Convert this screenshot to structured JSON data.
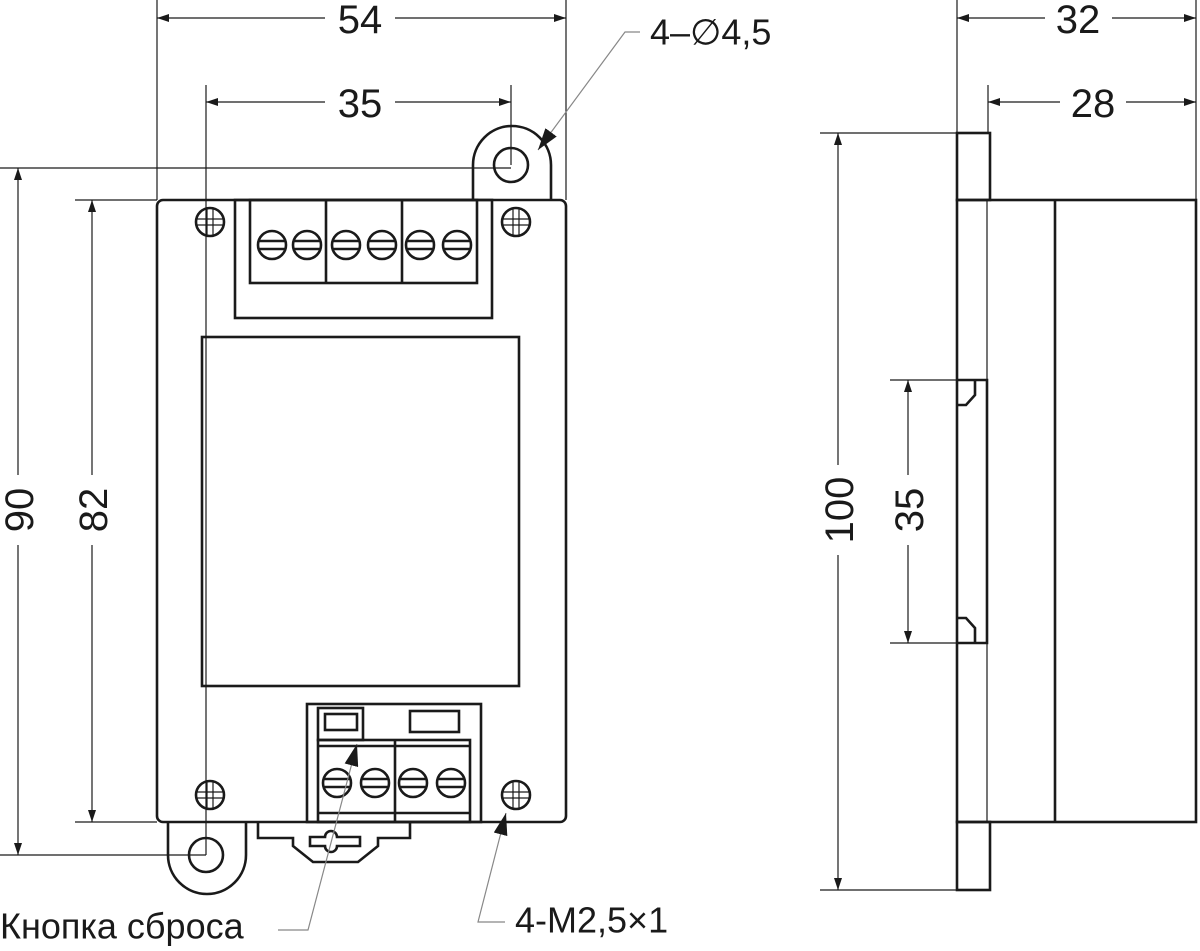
{
  "front_view": {
    "dim_width_overall": "54",
    "dim_hole_spacing_h": "35",
    "dim_height_overall": "90",
    "dim_height_body": "82",
    "hole_callout": "4–∅4,5",
    "reset_button_label": "Кнопка сброса",
    "screw_callout": "4-M2,5×1"
  },
  "side_view": {
    "dim_depth_overall": "32",
    "dim_depth_body": "28",
    "dim_height": "100",
    "dim_rail": "35"
  },
  "colors": {
    "line": "#1a1a1a",
    "leader": "#888888"
  }
}
